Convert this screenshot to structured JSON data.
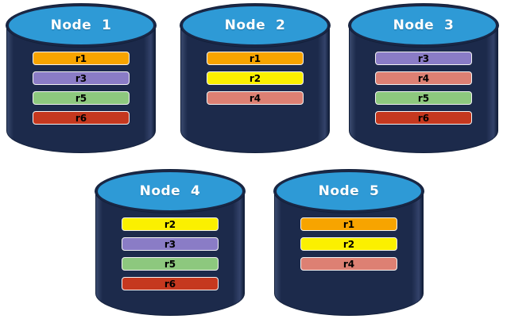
{
  "diagram": {
    "description": "Five database nodes with replicated records",
    "background": "#ffffff"
  },
  "replica_colors": {
    "r1": "#F7A400",
    "r2": "#FBF000",
    "r3": "#8A7CC6",
    "r4": "#DD8073",
    "r5": "#8DC87E",
    "r6": "#C5381F"
  },
  "cylinder_style": {
    "body_color": "#1C2A4B",
    "top_color": "#2E9AD6",
    "outline_color": "#121F3A",
    "label_color": "#FFFFFF",
    "bar_text_color": "#000000"
  },
  "nodes": [
    {
      "label": "Node  1",
      "replicas": [
        "r1",
        "r3",
        "r5",
        "r6"
      ]
    },
    {
      "label": "Node  2",
      "replicas": [
        "r1",
        "r2",
        "r4"
      ]
    },
    {
      "label": "Node  3",
      "replicas": [
        "r3",
        "r4",
        "r5",
        "r6"
      ]
    },
    {
      "label": "Node  4",
      "replicas": [
        "r2",
        "r3",
        "r5",
        "r6"
      ]
    },
    {
      "label": "Node  5",
      "replicas": [
        "r1",
        "r2",
        "r4"
      ]
    }
  ]
}
